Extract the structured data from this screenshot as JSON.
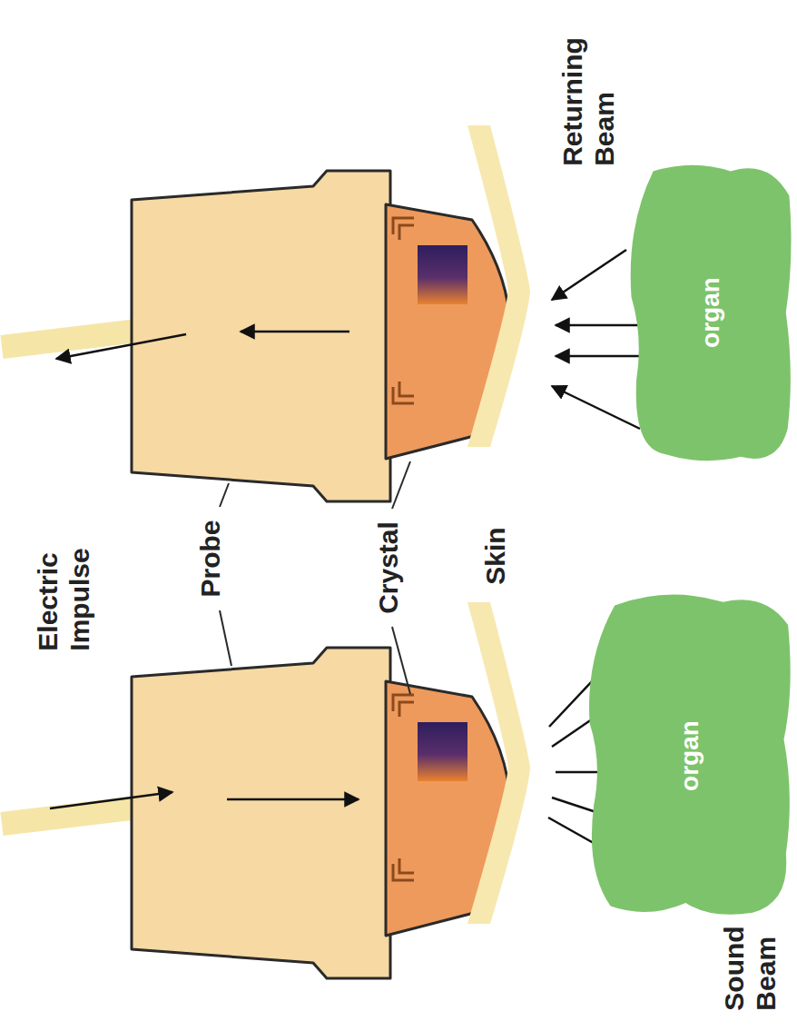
{
  "diagram": {
    "nodes": [
      {
        "text": [
          "organ"
        ]
      },
      {
        "text": [
          "organ"
        ]
      }
    ],
    "labels": [
      "Electric Impulse",
      "Probe",
      "Crystal",
      "Skin",
      "Sound Beam",
      "Returning Beam"
    ]
  }
}
